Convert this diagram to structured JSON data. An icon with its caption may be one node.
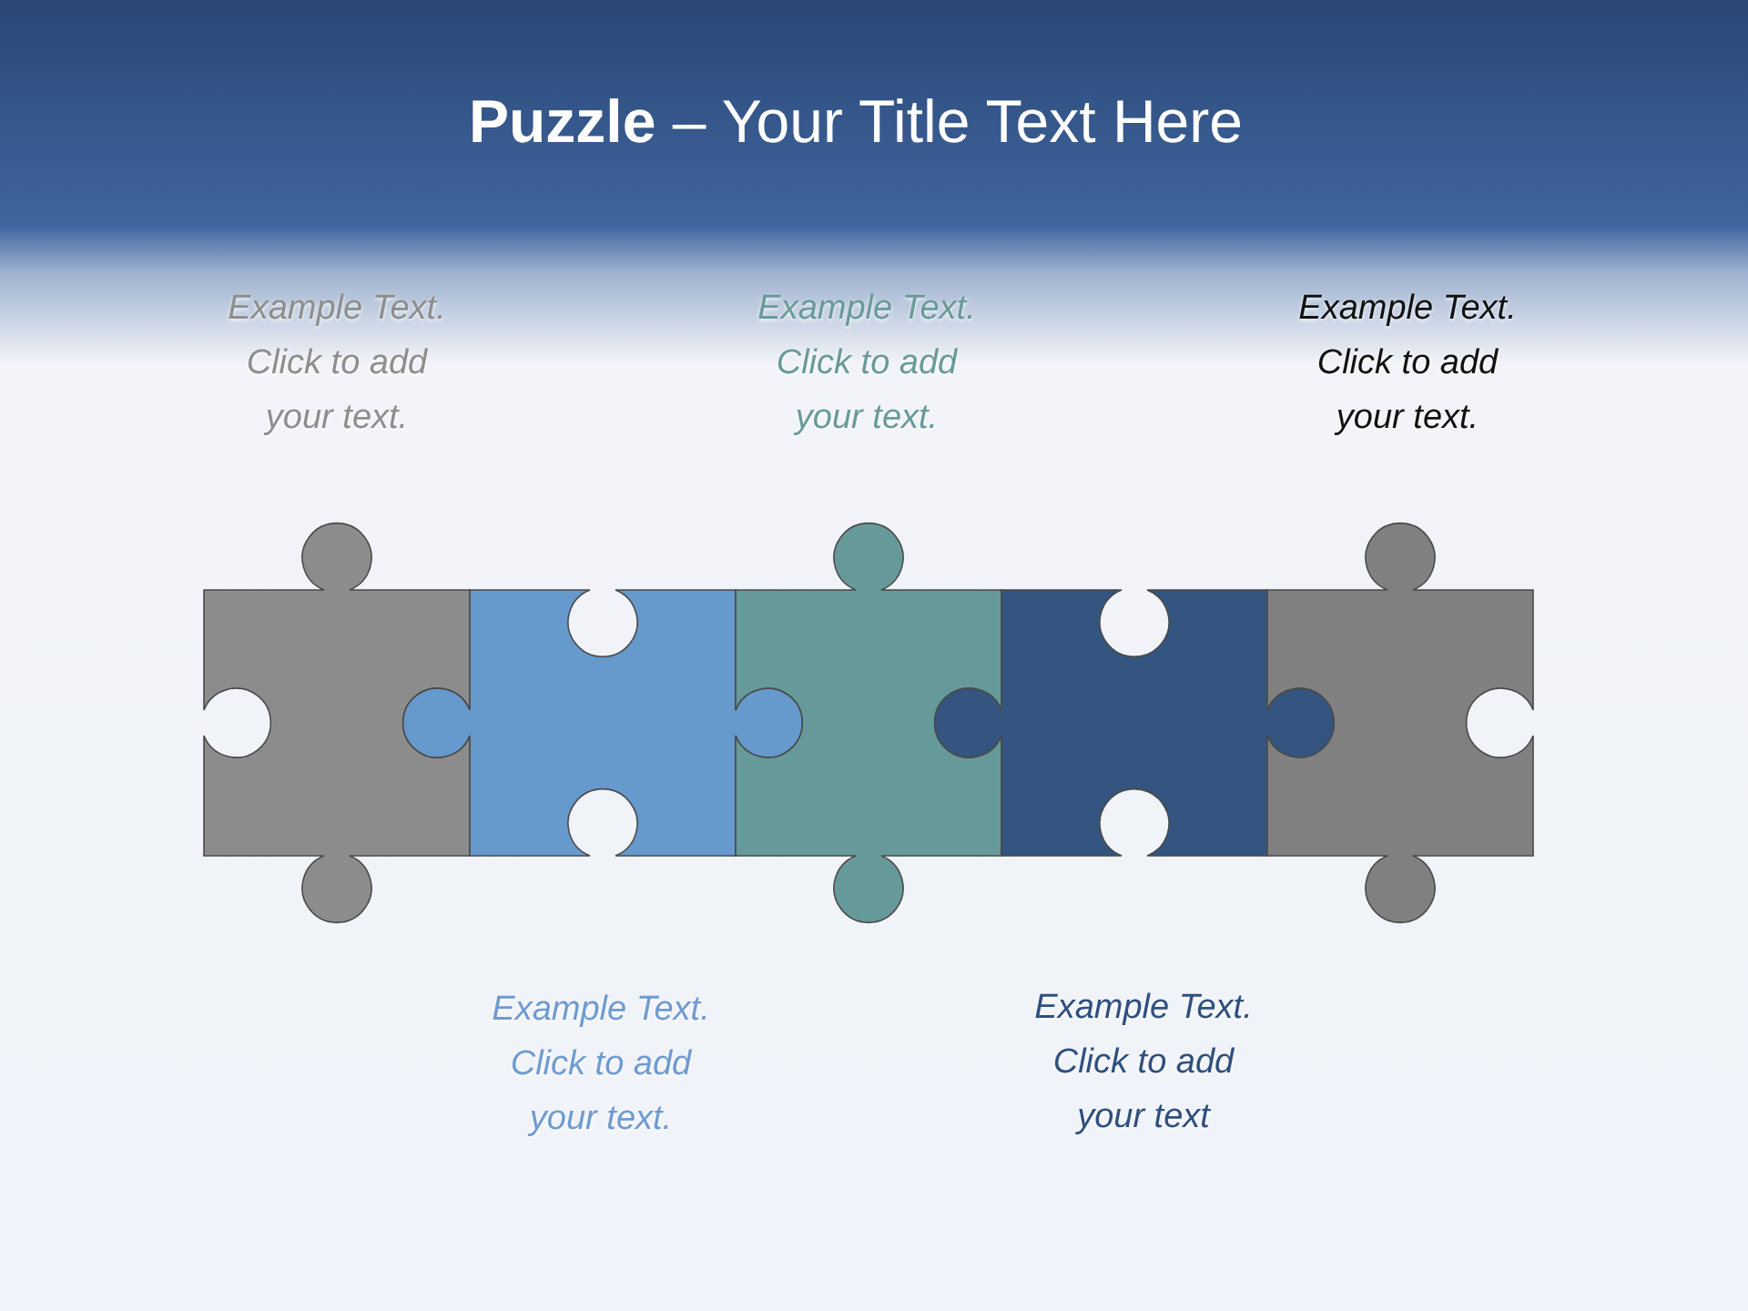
{
  "diagram": {
    "title": "**Puzzle** – Your Title Text Here",
    "nodes": [
      {
        "text": [],
        "shape": "puzzle"
      },
      {
        "text": [],
        "shape": "puzzle"
      },
      {
        "text": [],
        "shape": "puzzle"
      },
      {
        "text": [],
        "shape": "puzzle"
      },
      {
        "text": [],
        "shape": "puzzle"
      }
    ],
    "labels": [
      "Example Text. Click to add your text.",
      "Example Text. Click to add your text.",
      "Example Text. Click to add your text.",
      "Example Text. Click to add your text",
      "Example Text. Click to add your text."
    ]
  }
}
